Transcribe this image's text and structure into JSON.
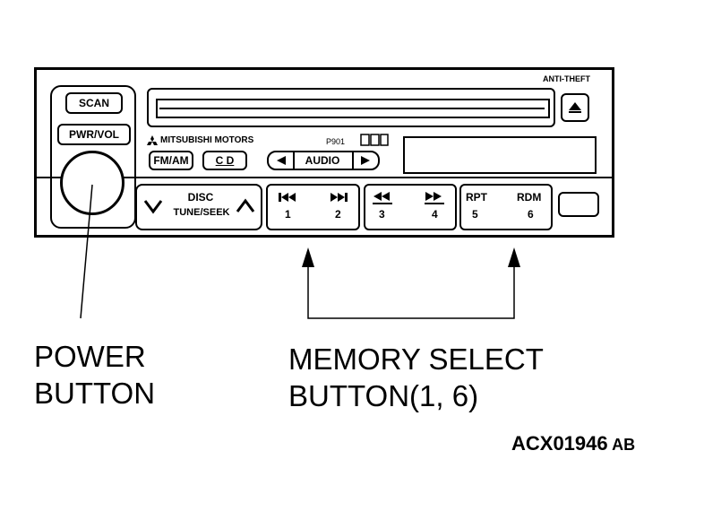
{
  "radio": {
    "anti_theft": "ANTI-THEFT",
    "brand": "MITSUBISHI MOTORS",
    "model": "P901",
    "buttons": {
      "scan": "SCAN",
      "pwr_vol": "PWR/VOL",
      "fm_am": "FM/AM",
      "cd": "C D",
      "audio": "AUDIO",
      "disc": "DISC",
      "tune_seek": "TUNE/SEEK",
      "preset1": "1",
      "preset2": "2",
      "preset3": "3",
      "preset4": "4",
      "rpt": "RPT",
      "preset5": "5",
      "rdm": "RDM",
      "preset6": "6"
    },
    "icons": {
      "eject": "eject-icon",
      "prev_track": "previous-track-icon",
      "next_track": "next-track-icon",
      "rewind": "rewind-icon",
      "fast_forward": "fast-forward-icon",
      "left_arrow": "left-arrow-icon",
      "right_arrow": "right-arrow-icon"
    }
  },
  "callouts": {
    "power_line1": "POWER",
    "power_line2": "BUTTON",
    "memory_line1": "MEMORY SELECT",
    "memory_line2": "BUTTON(1, 6)"
  },
  "figure_id": {
    "code": "ACX01946",
    "suffix": "AB"
  }
}
